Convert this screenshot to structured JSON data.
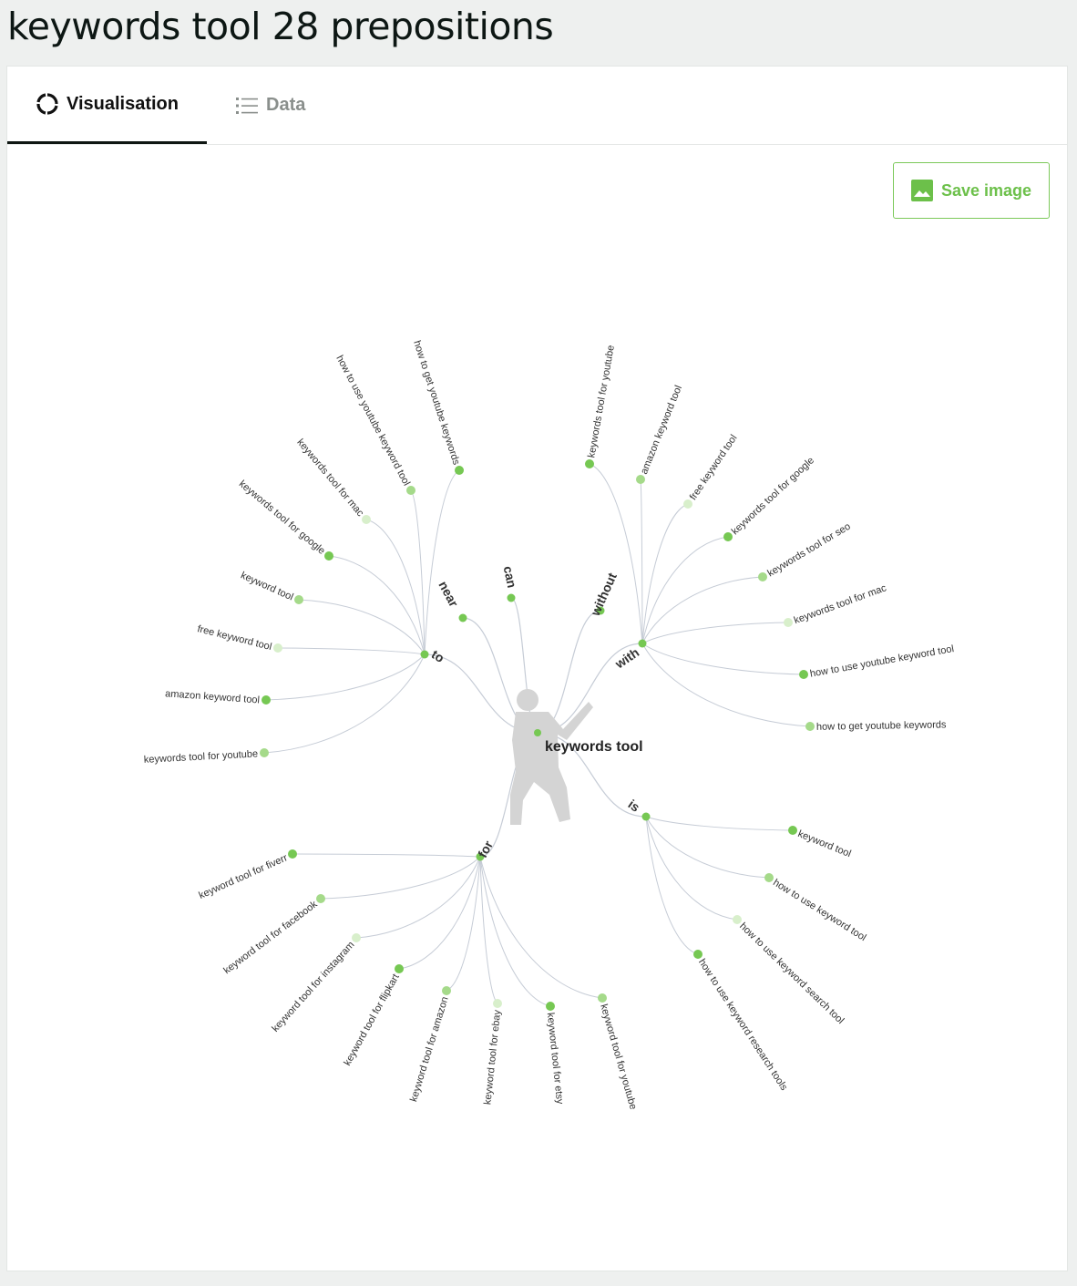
{
  "page": {
    "title": "keywords tool 28 prepositions"
  },
  "tabs": [
    {
      "label": "Visualisation",
      "icon": "loading-circle-icon",
      "active": true
    },
    {
      "label": "Data",
      "icon": "list-icon",
      "active": false
    }
  ],
  "save_button": {
    "label": "Save image",
    "icon": "image-icon"
  },
  "colors": {
    "accent": "#76c853",
    "node_dark": "#76c853",
    "node_mid": "#a5da8a",
    "node_light": "#d8efcb",
    "link": "#c6ccd6",
    "label": "#333333"
  },
  "graph": {
    "root": "keywords tool",
    "branches": [
      {
        "name": "near",
        "children": []
      },
      {
        "name": "can",
        "children": []
      },
      {
        "name": "without",
        "children": []
      },
      {
        "name": "to",
        "children": [
          "how to get youtube keywords",
          "how to use youtube keyword tool",
          "keywords tool for mac",
          "keywords tool for google",
          "keyword tool",
          "free keyword tool",
          "amazon keyword tool",
          "keywords tool for youtube"
        ]
      },
      {
        "name": "with",
        "children": [
          "keywords tool for youtube",
          "amazon keyword tool",
          "free keyword tool",
          "keywords tool for google",
          "keywords tool for seo",
          "keywords tool for mac",
          "how to use youtube keyword tool",
          "how to get youtube keywords"
        ]
      },
      {
        "name": "is",
        "children": [
          "keyword tool",
          "how to use keyword tool",
          "how to use keyword search tool",
          "how to use keyword research tools"
        ]
      },
      {
        "name": "for",
        "children": [
          "keyword tool for fiverr",
          "keyword tool for facebook",
          "keyword tool for instagram",
          "keyword tool for flipkart",
          "keyword tool for amazon",
          "keyword tool for ebay",
          "keyword tool for etsy",
          "keyword tool for youtube"
        ]
      }
    ]
  }
}
